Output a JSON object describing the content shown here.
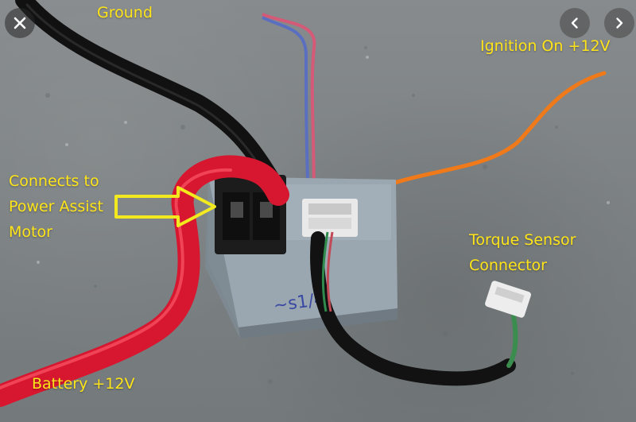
{
  "viewer": {
    "icons": {
      "close": "close-icon",
      "prev": "chevron-left-icon",
      "next": "chevron-right-icon"
    }
  },
  "annotations": {
    "ground": "Ground",
    "ignition": "Ignition On +12V",
    "motor_line1": "Connects to",
    "motor_line2": "Power Assist",
    "motor_line3": "Motor",
    "torque_line1": "Torque Sensor",
    "torque_line2": "Connector",
    "battery": "Battery +12V"
  },
  "colors": {
    "label": "#ffe51a",
    "arrow": "#f2ea1f",
    "wire_red": "#e0203a",
    "wire_black": "#141414",
    "wire_orange": "#f07a1a",
    "module": "#9aa7b1"
  }
}
